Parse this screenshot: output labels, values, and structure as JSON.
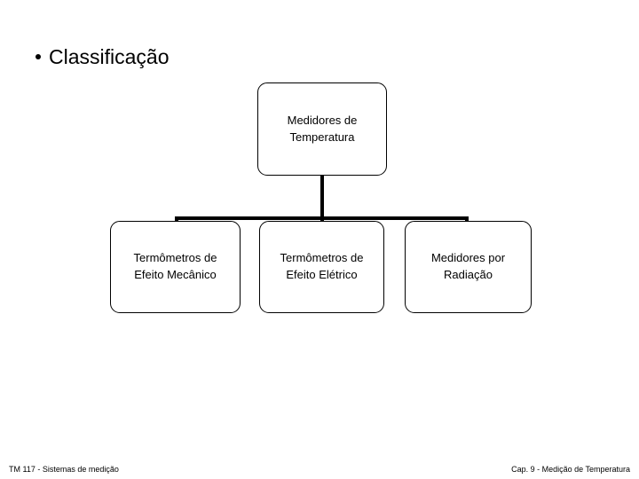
{
  "slide": {
    "heading": {
      "bullet": "•",
      "text": "Classificação"
    },
    "diagram": {
      "root": {
        "label": "Medidores de\nTemperatura"
      },
      "children": [
        {
          "label": "Termômetros de\nEfeito Mecânico"
        },
        {
          "label": "Termômetros de\nEfeito Elétrico"
        },
        {
          "label": "Medidores por\nRadiação"
        }
      ],
      "line_color": "#000000",
      "box_border_color": "#000000",
      "box_fill_color": "#ffffff"
    },
    "footer": {
      "left": "TM 117 - Sistemas de medição",
      "right": "Cap. 9 - Medição de Temperatura"
    },
    "background_color": "#ffffff",
    "text_color": "#000000"
  }
}
